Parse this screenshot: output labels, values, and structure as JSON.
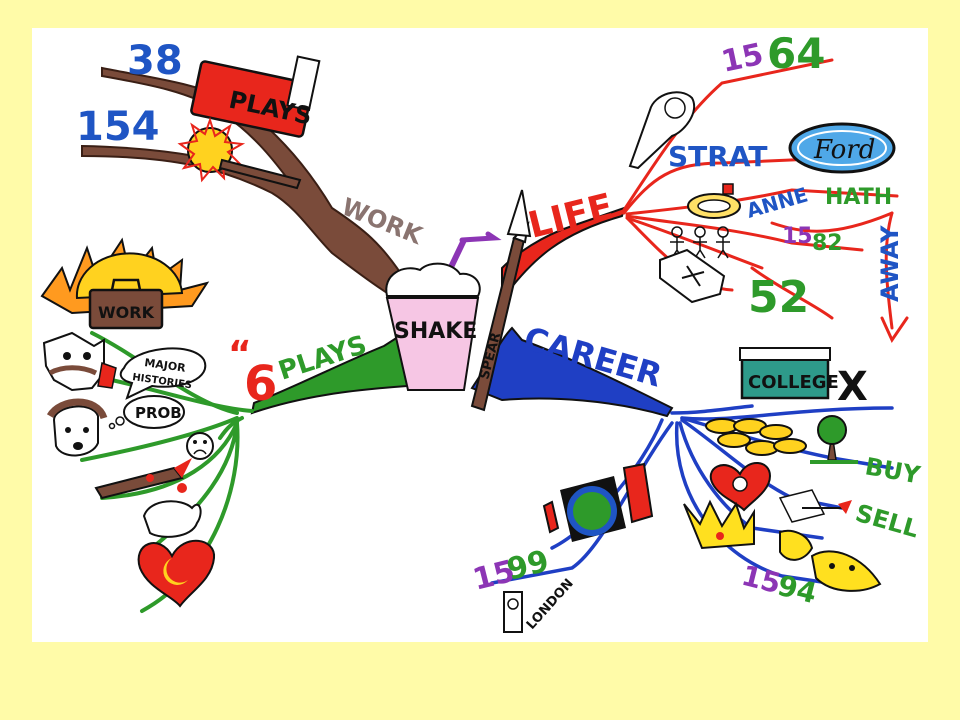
{
  "colors": {
    "background": "#FFFBA8",
    "paper": "#FFFFFF",
    "work": "#7A4B3A",
    "life": "#E8261C",
    "career": "#1F3FC4",
    "plays": "#2E9A2A",
    "number_blue": "#1F55C4",
    "number_green": "#2E9A2A",
    "number_purple": "#8C35B5"
  },
  "center": {
    "label": "SHAKE",
    "spear_label": "SPEAR"
  },
  "branches": {
    "work": {
      "label": "WORK",
      "items": {
        "plays_book": "PLAYS",
        "count_plays": "38",
        "count_poems": "154"
      }
    },
    "life": {
      "label": "LIFE",
      "items": {
        "birth_prefix": "15",
        "birth_suffix": "64",
        "strat": "STRAT",
        "ford": "Ford",
        "anne": "ANNE",
        "hath": "HATH",
        "away": "AWAY",
        "marriage_prefix": "15",
        "marriage_suffix": "82",
        "death_age": "52"
      }
    },
    "career": {
      "label": "CAREER",
      "items": {
        "college": "COLLEGE",
        "not_mark": "X",
        "buy": "BUY",
        "sell": "SELL",
        "globe_prefix": "15",
        "globe_suffix": "99",
        "london": "LONDON",
        "company_prefix": "15",
        "company_suffix": "94"
      }
    },
    "plays": {
      "label_quote": "“",
      "label_number": "6",
      "label_word": "PLAYS",
      "items": {
        "work_case": "WORK",
        "major": "MAJOR",
        "histories": "HISTORIES",
        "prob": "PROB"
      }
    }
  },
  "icons": [
    "book-icon",
    "sun-icon",
    "brush-icon",
    "milkshake-icon",
    "spear-icon",
    "baby-icon",
    "car-badge-icon",
    "ring-icon",
    "family-icon",
    "coffin-icon",
    "coins-icon",
    "tree-icon",
    "heart-icon",
    "crown-icon",
    "masks-icon",
    "quill-icon",
    "theatre-globe-icon",
    "clock-tower-icon",
    "briefcase-icon",
    "face-icon",
    "sad-face-icon",
    "dagger-icon",
    "heart-moon-icon"
  ]
}
